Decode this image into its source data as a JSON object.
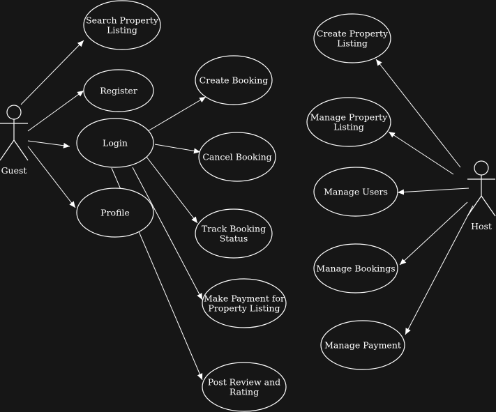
{
  "colors": {
    "background": "#161616",
    "stroke": "#ffffff",
    "text": "#ffffff"
  },
  "actors": {
    "guest": {
      "name": "Guest"
    },
    "host": {
      "name": "Host"
    }
  },
  "use_cases": {
    "search_property_listing": [
      "Search Property",
      "Listing"
    ],
    "register": [
      "Register"
    ],
    "login": [
      "Login"
    ],
    "profile": [
      "Profile"
    ],
    "create_booking": [
      "Create Booking"
    ],
    "cancel_booking": [
      "Cancel Booking"
    ],
    "track_booking_status": [
      "Track Booking",
      "Status"
    ],
    "make_payment": [
      "Make Payment for",
      "Property Listing"
    ],
    "post_review": [
      "Post Review and",
      "Rating"
    ],
    "create_property_listing": [
      "Create Property",
      "Listing"
    ],
    "manage_property_listing": [
      "Manage Property",
      "Listing"
    ],
    "manage_users": [
      "Manage Users"
    ],
    "manage_bookings": [
      "Manage Bookings"
    ],
    "manage_payment": [
      "Manage Payment"
    ]
  },
  "associations": [
    [
      "guest",
      "search_property_listing"
    ],
    [
      "guest",
      "register"
    ],
    [
      "guest",
      "login"
    ],
    [
      "guest",
      "profile"
    ],
    [
      "login",
      "create_booking"
    ],
    [
      "login",
      "cancel_booking"
    ],
    [
      "login",
      "track_booking_status"
    ],
    [
      "login",
      "make_payment"
    ],
    [
      "login",
      "post_review"
    ],
    [
      "host",
      "create_property_listing"
    ],
    [
      "host",
      "manage_property_listing"
    ],
    [
      "host",
      "manage_users"
    ],
    [
      "host",
      "manage_bookings"
    ],
    [
      "host",
      "manage_payment"
    ]
  ]
}
